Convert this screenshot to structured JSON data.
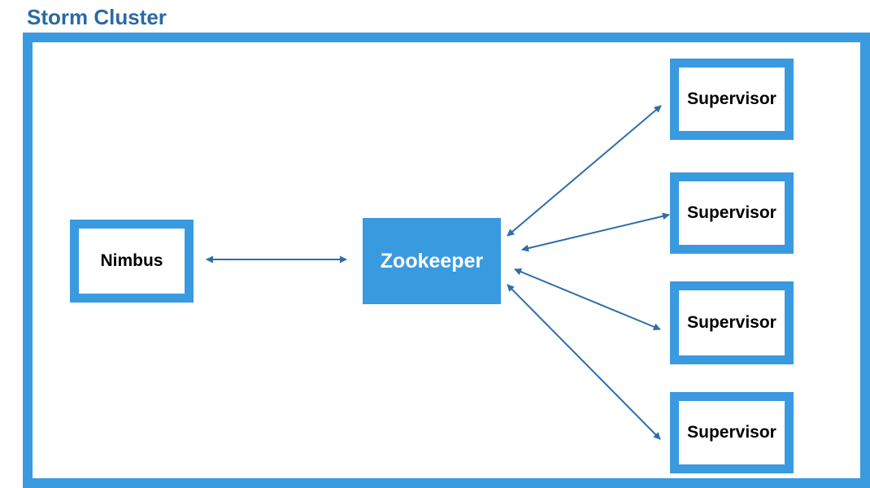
{
  "title": "Storm Cluster",
  "nodes": {
    "nimbus": "Nimbus",
    "zookeeper": "Zookeeper",
    "supervisors": [
      "Supervisor",
      "Supervisor",
      "Supervisor",
      "Supervisor"
    ]
  },
  "colors": {
    "accent": "#3a9ae0",
    "title": "#2a6aa3",
    "arrow": "#2e6ea6"
  }
}
